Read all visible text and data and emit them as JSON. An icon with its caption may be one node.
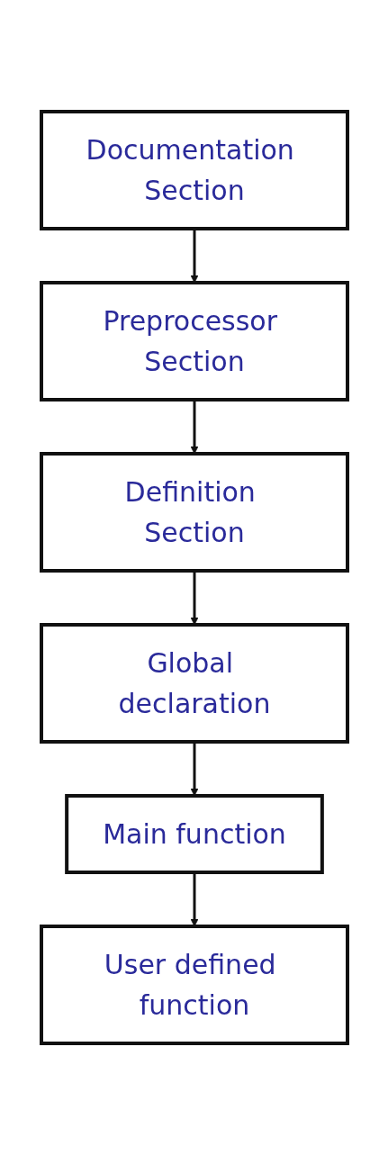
{
  "diagram": {
    "nodes": [
      {
        "text": [
          "Documentation Section"
        ]
      },
      {
        "text": [
          "Preprocessor Section"
        ]
      },
      {
        "text": [
          "Definition Section"
        ]
      },
      {
        "text": [
          "Global declaration"
        ]
      },
      {
        "text": [
          "Main function"
        ]
      },
      {
        "text": [
          "User defined function"
        ]
      }
    ],
    "edges": [
      {
        "from": 0,
        "to": 1,
        "arrow": "to"
      },
      {
        "from": 1,
        "to": 2,
        "arrow": "to"
      },
      {
        "from": 2,
        "to": 3,
        "arrow": "to"
      },
      {
        "from": 3,
        "to": 4,
        "arrow": "to"
      },
      {
        "from": 4,
        "to": 5,
        "arrow": "to"
      }
    ]
  }
}
